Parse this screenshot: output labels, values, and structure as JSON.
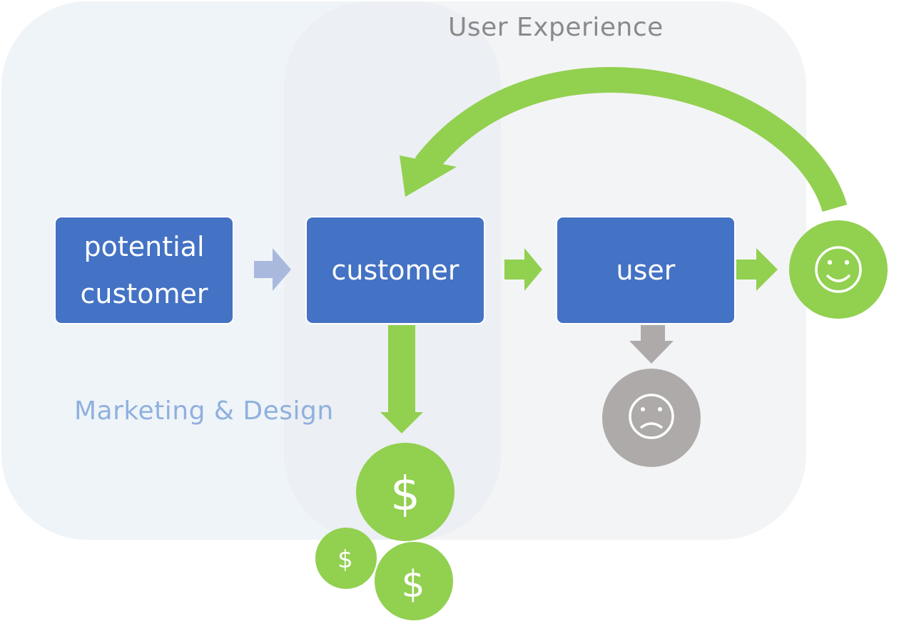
{
  "regions": {
    "ux_label": "User Experience",
    "marketing_label": "Marketing & Design"
  },
  "boxes": {
    "potential_customer": [
      "potential",
      "customer"
    ],
    "customer": "customer",
    "user": "user"
  },
  "outcomes": {
    "happy_icon": "smiley-face-icon",
    "sad_icon": "frowning-face-icon",
    "money_symbol": "$"
  },
  "colors": {
    "box_blue": "#4472c4",
    "green": "#92d050",
    "gray": "#aeaaaa",
    "light_blue_arrow": "#a9b9dd"
  }
}
